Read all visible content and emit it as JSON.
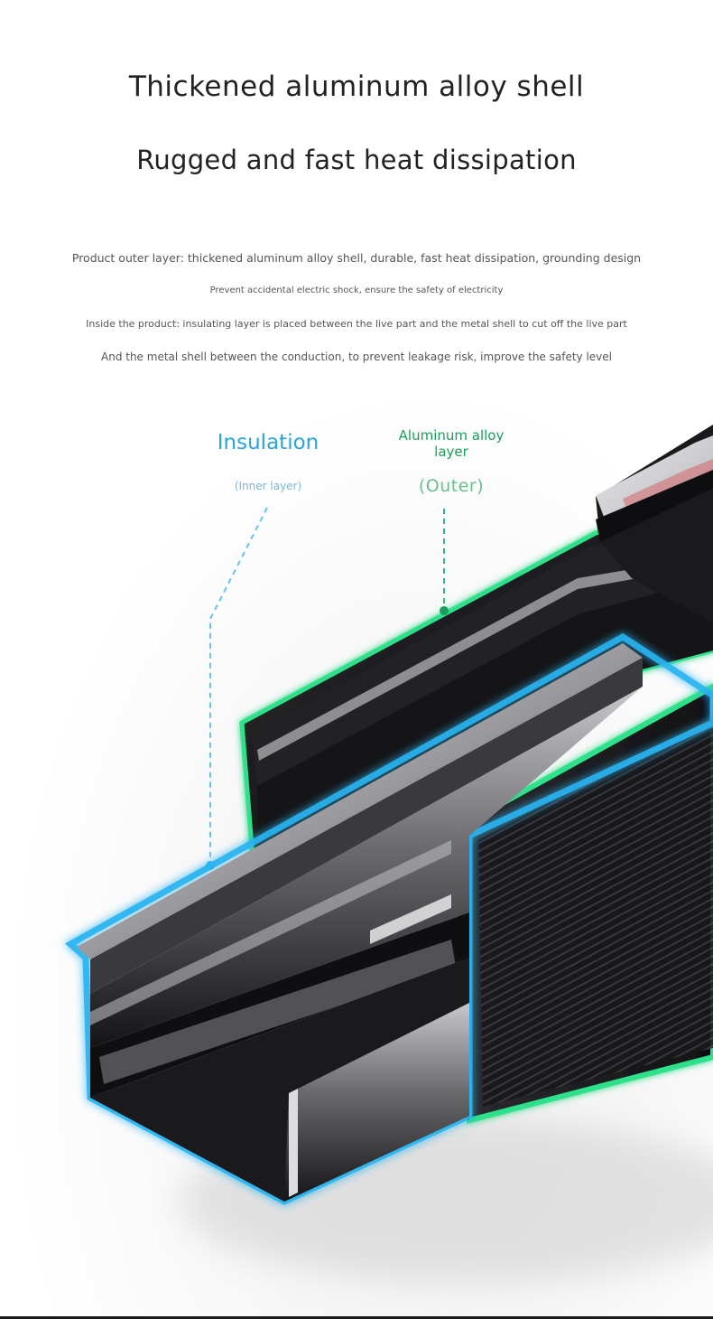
{
  "headline": {
    "line1": "Thickened aluminum alloy shell",
    "line2": "Rugged and fast heat dissipation"
  },
  "description": {
    "line1": "Product outer layer: thickened aluminum alloy shell, durable, fast heat dissipation, grounding design",
    "line2": "Prevent accidental electric shock, ensure the safety of electricity",
    "line3": "Inside the product: insulating layer is placed between the live part and the metal shell to cut off the live part",
    "line4": "And the metal shell between the conduction, to prevent leakage risk, improve the safety level"
  },
  "callouts": {
    "insulation": {
      "title": "Insulation",
      "subtitle": "(Inner layer)"
    },
    "aluminum": {
      "title_line1": "Aluminum alloy",
      "title_line2": "layer",
      "subtitle": "(Outer)"
    }
  },
  "colors": {
    "insulation_glow": "#2ab4f0",
    "aluminum_glow": "#2ee08a",
    "metal_dark": "#1b1b1d",
    "heading_text": "#222222"
  }
}
